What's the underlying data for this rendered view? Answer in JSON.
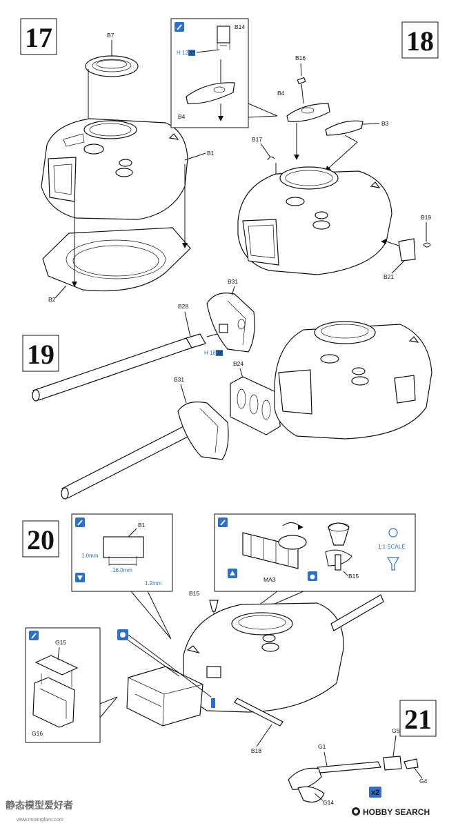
{
  "steps": {
    "s17": "17",
    "s18": "18",
    "s19": "19",
    "s20": "20",
    "s21": "21"
  },
  "parts": {
    "b1": "B1",
    "b2": "B2",
    "b3": "B3",
    "b4": "B4",
    "b4b": "B4",
    "b7": "B7",
    "b14": "B14",
    "b15": "B15",
    "b15b": "B15",
    "b16": "B16",
    "b17": "B17",
    "b18": "B18",
    "b19": "B19",
    "b21": "B21",
    "b24": "B24",
    "b28": "B28",
    "b31": "B31",
    "b31b": "B31",
    "b1b": "B1",
    "g1": "G1",
    "g4": "G4",
    "g5": "G5",
    "g14": "G14",
    "g15": "G15",
    "g16": "G16",
    "ma3": "MA3"
  },
  "paint": {
    "h12_prefix": "H",
    "h12_a": "12",
    "h12_b": "33",
    "h18_prefix": "H",
    "h18_a": "18",
    "h18_b": "28"
  },
  "dims": {
    "d1": "1.0mm",
    "d2": "16.0mm",
    "d3": "1.2mm"
  },
  "scale_label": "1:1 SCALE",
  "repeat_label": "x2",
  "footer": {
    "left": "静态模型爱好者",
    "url": "www.moxingfans.com",
    "right": "HOBBY SEARCH"
  }
}
